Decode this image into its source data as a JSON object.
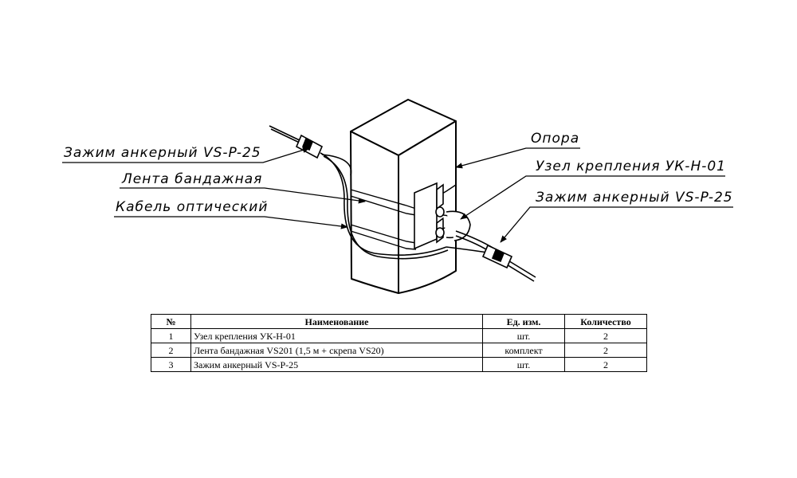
{
  "callouts": {
    "clamp_left": "Зажим анкерный VS-P-25",
    "band": "Лента бандажная",
    "cable": "Кабель оптический",
    "pole": "Опора",
    "node": "Узел крепления УК-Н-01",
    "clamp_right": "Зажим анкерный VS-P-25"
  },
  "table": {
    "headers": [
      "№",
      "Наименование",
      "Ед. изм.",
      "Количество"
    ],
    "rows": [
      [
        "1",
        "Узел крепления УК-Н-01",
        "шт.",
        "2"
      ],
      [
        "2",
        "Лента бандажная VS201 (1,5 м + скрепа VS20)",
        "комплект",
        "2"
      ],
      [
        "3",
        "Зажим анкерный VS-P-25",
        "шт.",
        "2"
      ]
    ]
  }
}
